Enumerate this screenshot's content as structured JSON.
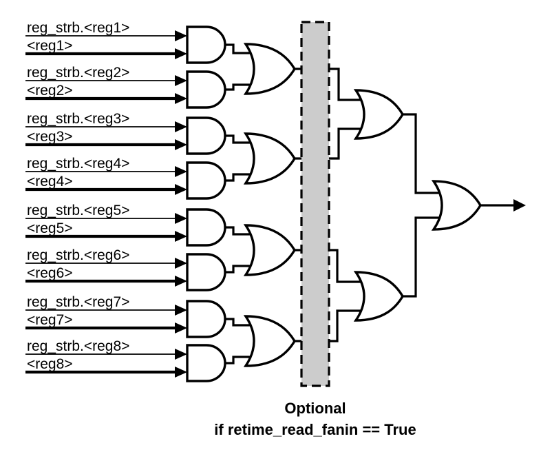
{
  "signals": [
    {
      "strobe": "reg_strb.<reg1>",
      "name": "<reg1>"
    },
    {
      "strobe": "reg_strb.<reg2>",
      "name": "<reg2>"
    },
    {
      "strobe": "reg_strb.<reg3>",
      "name": "<reg3>"
    },
    {
      "strobe": "reg_strb.<reg4>",
      "name": "<reg4>"
    },
    {
      "strobe": "reg_strb.<reg5>",
      "name": "<reg5>"
    },
    {
      "strobe": "reg_strb.<reg6>",
      "name": "<reg6>"
    },
    {
      "strobe": "reg_strb.<reg7>",
      "name": "<reg7>"
    },
    {
      "strobe": "reg_strb.<reg8>",
      "name": "<reg8>"
    }
  ],
  "caption": {
    "line1": "Optional",
    "line2": "if retime_read_fanin == True"
  },
  "colors": {
    "line": "#000000",
    "gate_fill": "#ffffff",
    "register_box_fill": "#cccccc",
    "background": "#ffffff"
  },
  "structure": {
    "stage1_and_gates": 8,
    "stage2_or_gates": 4,
    "stage3_or_gates": 2,
    "final_or_gates": 1,
    "register_stage_optional": true
  }
}
